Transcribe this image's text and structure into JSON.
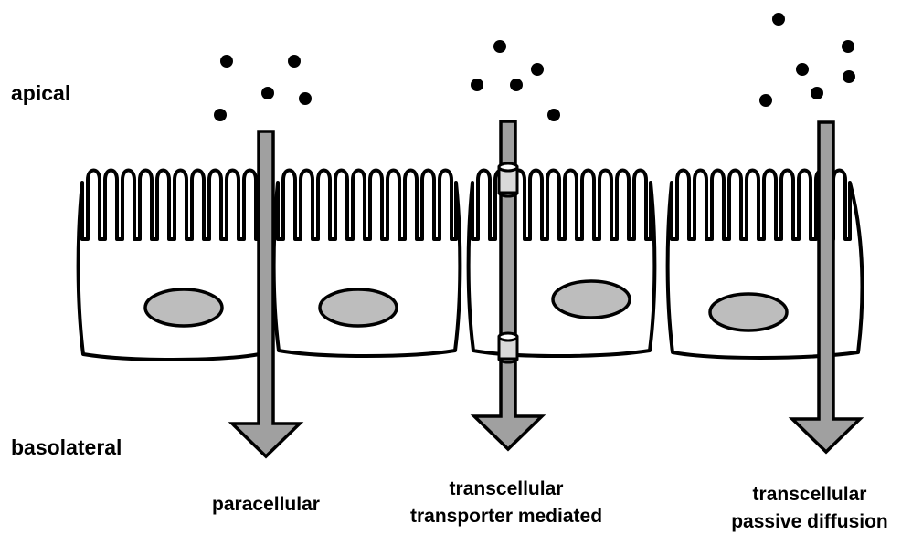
{
  "labels": {
    "apical": "apical",
    "basolateral": "basolateral"
  },
  "routes": [
    {
      "lines": [
        "paracellular"
      ]
    },
    {
      "lines": [
        "transcellular",
        "transporter mediated"
      ]
    },
    {
      "lines": [
        "transcellular",
        "passive diffusion"
      ]
    }
  ],
  "colors": {
    "outline": "#000000",
    "cell_fill": "#ffffff",
    "nucleus": "#bdbdbd",
    "arrow": "#a0a0a0",
    "transporter": "#d9d9d9",
    "molecule": "#000000"
  }
}
